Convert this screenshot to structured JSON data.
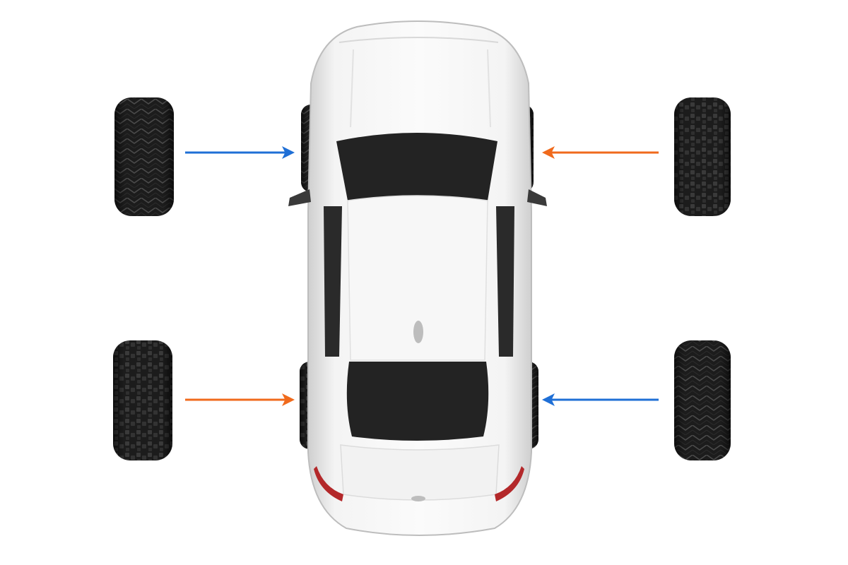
{
  "colors": {
    "background": "#ffffff",
    "body": "#f3f3f3",
    "body_shade": "#d2d2d2",
    "glass": "#232323",
    "tire": "#1c1c1c",
    "tire_rim": "#3a3a3a",
    "arrow_blue": "#1f6fd6",
    "arrow_orange": "#f06a1c",
    "taillight": "#b3282a"
  },
  "tires": [
    {
      "name": "front-left-new-tire",
      "tread": "performance",
      "arrow": "blue"
    },
    {
      "name": "front-right-new-tire",
      "tread": "all-season",
      "arrow": "orange"
    },
    {
      "name": "rear-left-new-tire",
      "tread": "all-season",
      "arrow": "orange"
    },
    {
      "name": "rear-right-new-tire",
      "tread": "performance",
      "arrow": "blue"
    }
  ],
  "mounted_tires": [
    {
      "name": "front-left-mounted-tire",
      "tread": "performance"
    },
    {
      "name": "front-right-mounted-tire",
      "tread": "all-season"
    },
    {
      "name": "rear-left-mounted-tire",
      "tread": "all-season"
    },
    {
      "name": "rear-right-mounted-tire",
      "tread": "performance"
    }
  ]
}
